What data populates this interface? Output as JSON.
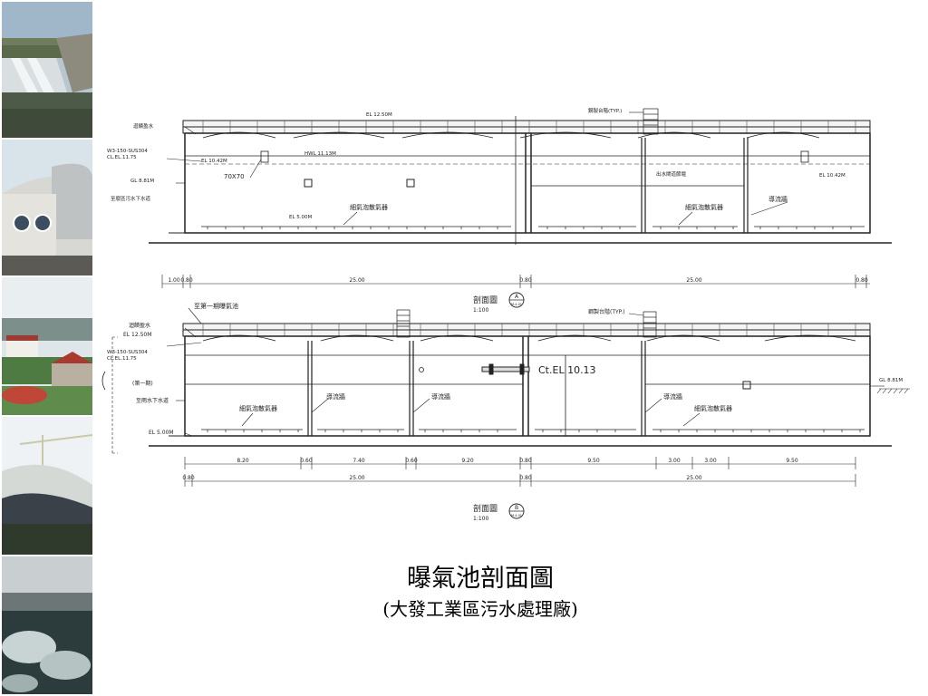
{
  "slide": {
    "title": "曝氣池剖面圖",
    "subtitle": "(大發工業區污水處理廠)"
  },
  "sidebar": {
    "photos": [
      {
        "icon": "spillway-photo"
      },
      {
        "icon": "dome-building-photo"
      },
      {
        "icon": "plant-aerial-photo"
      },
      {
        "icon": "construction-crane-photo"
      },
      {
        "icon": "aeration-water-photo"
      }
    ]
  },
  "drawing": {
    "section_a": {
      "title": "剖面圖",
      "scale": "1:100",
      "marker": "A",
      "marker_sub": "M-4.01",
      "labels": {
        "el_top": "EL 12.50M",
        "railing": "鋼製台階(TYP.)",
        "overflow": "迴饋盈水",
        "pipe_spec": "W3-150-SUS304",
        "pipe_el": "CL.EL.11.75",
        "hwl": "HWL 11.13M",
        "el_1042_left": "EL 10.42M",
        "el_1042_right": "EL 10.42M",
        "opening": "70X70",
        "gl": "GL 8.81M",
        "to_sewer": "至廢區污水下水道",
        "el_bottom": "EL 5.00M",
        "diffuser_1": "細氣泡散氣器",
        "diffuser_2": "細氣泡散氣器",
        "baffle": "導流牆",
        "outlet": "出水閘道節堰"
      },
      "dimensions": [
        "1.00",
        "0.80",
        "25.00",
        "0.80",
        "25.00",
        "0.80"
      ]
    },
    "section_b": {
      "title": "剖面圖",
      "scale": "1:100",
      "marker": "B",
      "marker_sub": "M-4.01",
      "labels": {
        "to_phase1": "至第一期曝氣池",
        "railing": "鋼製台階(TYP.)",
        "overflow": "迴饋盈水",
        "el_top": "EL 12.50M",
        "pipe_spec": "W3-150-SUS304",
        "pipe_el": "CL.EL.11.75",
        "phase1": "(第一期)",
        "to_rain": "至雨水下水道",
        "el_bottom": "EL 5.00M",
        "ct_el": "Ct.EL 10.13",
        "gl_right": "GL 8.81M",
        "diffuser_1": "細氣泡散氣器",
        "baffle_1": "導流牆",
        "baffle_2": "導流牆",
        "baffle_3": "導流牆",
        "diffuser_2": "細氣泡散氣器"
      },
      "dimensions_top": [
        "8.20",
        "0.60",
        "7.40",
        "0.60",
        "9.20",
        "0.80",
        "9.50",
        "3.00",
        "3.00",
        "9.50"
      ],
      "dimensions_bottom": [
        "0.80",
        "25.00",
        "0.80",
        "25.00"
      ]
    }
  }
}
